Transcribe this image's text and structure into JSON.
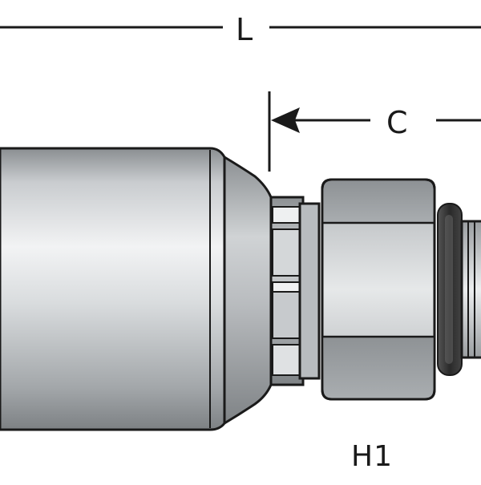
{
  "dimensions": {
    "overall_length_label": "L",
    "cutoff_length_label": "C",
    "hex_label": "H1"
  },
  "colors": {
    "line": "#1a1a1a",
    "metal_light": "#e8eaeb",
    "metal_mid": "#b4b8bb",
    "metal_dark": "#7c8084",
    "oring": "#3a3a3a"
  }
}
